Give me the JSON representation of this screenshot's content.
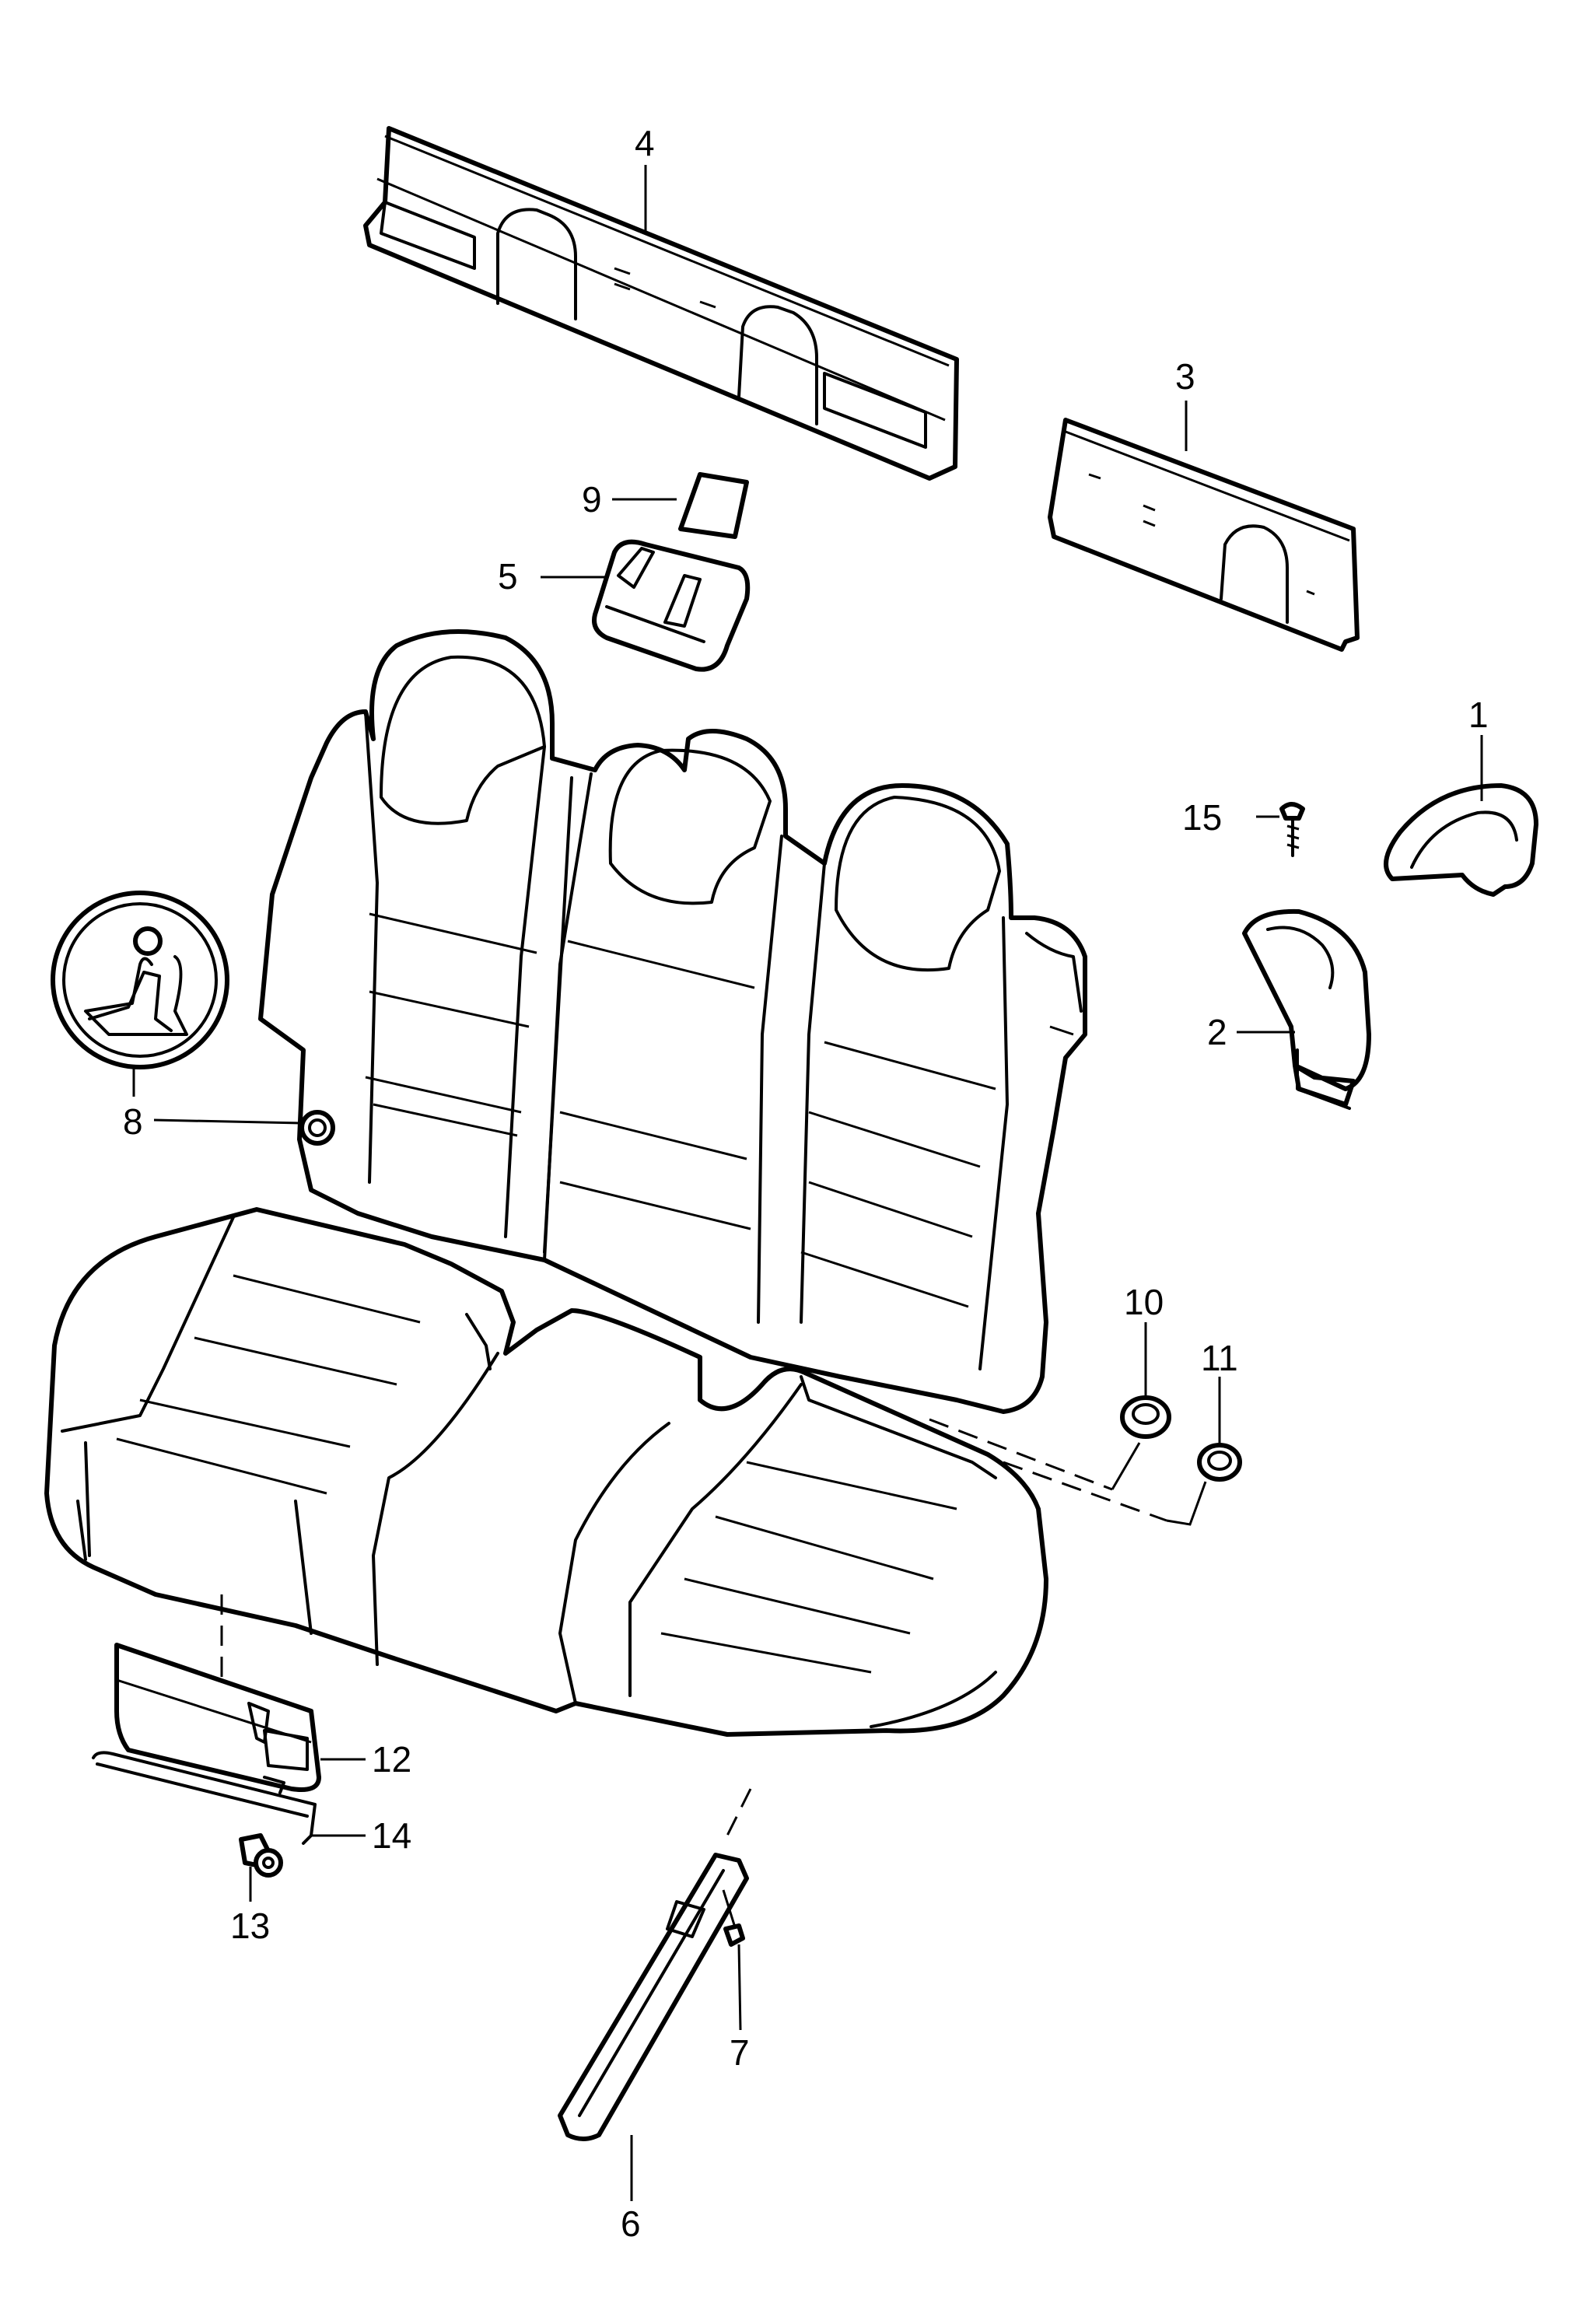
{
  "diagram": {
    "callouts": [
      {
        "id": "1",
        "label": "1"
      },
      {
        "id": "2",
        "label": "2"
      },
      {
        "id": "3",
        "label": "3"
      },
      {
        "id": "4",
        "label": "4"
      },
      {
        "id": "5",
        "label": "5"
      },
      {
        "id": "6",
        "label": "6"
      },
      {
        "id": "7",
        "label": "7"
      },
      {
        "id": "8",
        "label": "8"
      },
      {
        "id": "9",
        "label": "9"
      },
      {
        "id": "10",
        "label": "10"
      },
      {
        "id": "11",
        "label": "11"
      },
      {
        "id": "12",
        "label": "12"
      },
      {
        "id": "13",
        "label": "13"
      },
      {
        "id": "14",
        "label": "14"
      },
      {
        "id": "15",
        "label": "15"
      }
    ]
  },
  "colors": {
    "line": "#000000",
    "background": "#ffffff"
  }
}
